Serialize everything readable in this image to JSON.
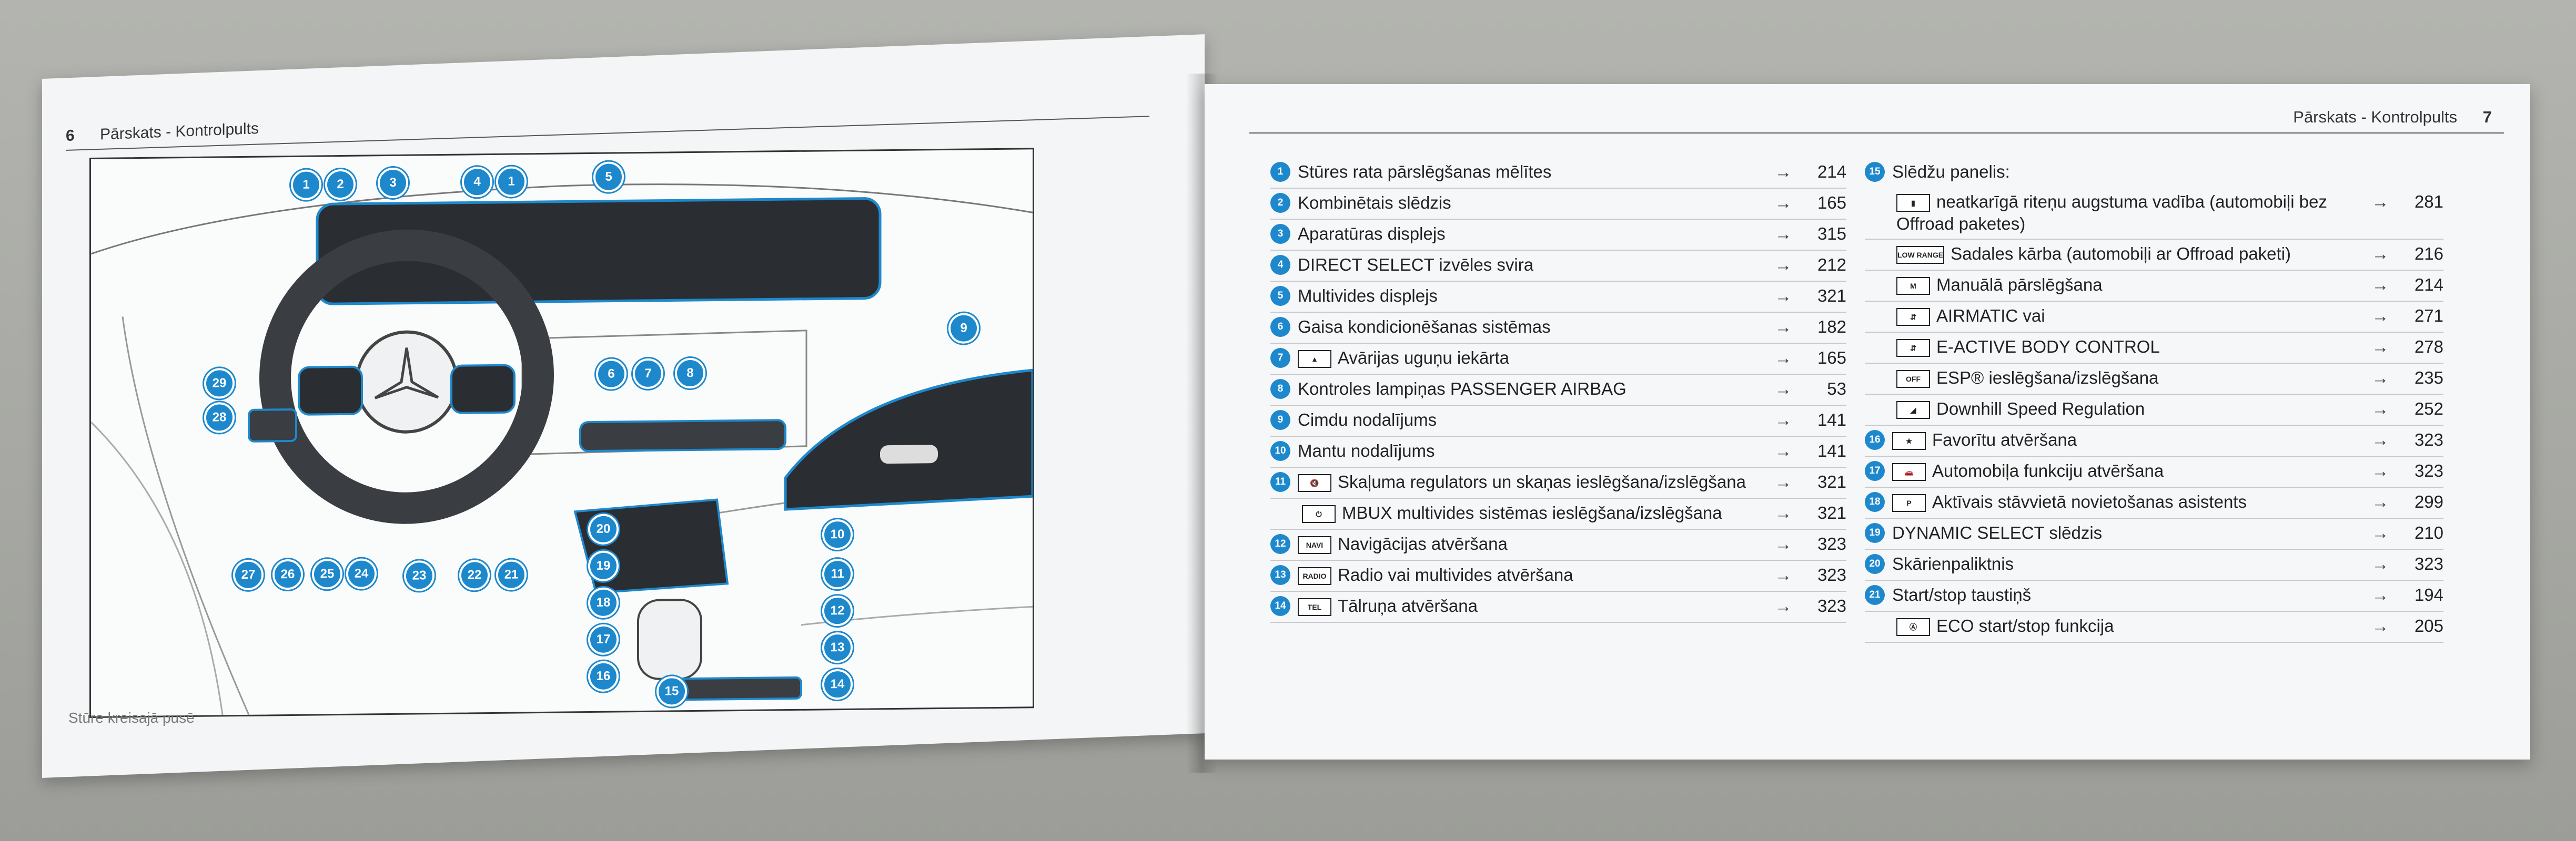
{
  "left_page": {
    "page_number": "6",
    "header": "Pārskats - Kontrolpults",
    "footer": "Stūre kreisajā pusē",
    "callouts": [
      "1",
      "2",
      "3",
      "4",
      "1",
      "5",
      "6",
      "7",
      "8",
      "9",
      "10",
      "11",
      "12",
      "13",
      "14",
      "15",
      "16",
      "17",
      "18",
      "19",
      "20",
      "21",
      "22",
      "23",
      "24",
      "25",
      "26",
      "27",
      "28",
      "29"
    ]
  },
  "right_page": {
    "page_number": "7",
    "header": "Pārskats - Kontrolpults",
    "arrow": "→",
    "col1": [
      {
        "n": "1",
        "text": "Stūres rata pārslēgšanas mēlītes",
        "page": "214"
      },
      {
        "n": "2",
        "text": "Kombinētais slēdzis",
        "page": "165"
      },
      {
        "n": "3",
        "text": "Aparatūras displejs",
        "page": "315"
      },
      {
        "n": "4",
        "text": "DIRECT SELECT izvēles svira",
        "page": "212"
      },
      {
        "n": "5",
        "text": "Multivides displejs",
        "page": "321"
      },
      {
        "n": "6",
        "text": "Gaisa kondicionēšanas sistēmas",
        "page": "182"
      },
      {
        "n": "7",
        "icon": "warning-triangle-icon",
        "icon_text": "▲",
        "text": "Avārijas uguņu iekārta",
        "page": "165"
      },
      {
        "n": "8",
        "text": "Kontroles lampiņas PASSENGER AIRBAG",
        "page": "53"
      },
      {
        "n": "9",
        "text": "Cimdu nodalījums",
        "page": "141"
      },
      {
        "n": "10",
        "text": "Mantu nodalījums",
        "page": "141"
      },
      {
        "n": "11",
        "icon": "speaker-mute-icon",
        "icon_text": "🔇",
        "text": "Skaļuma regulators un skaņas ieslēgšana/izslēgšana",
        "page": "321"
      },
      {
        "n": "",
        "icon": "power-icon",
        "icon_text": "⏻",
        "text": "MBUX multivides sistēmas ieslēgšana/izslēgšana",
        "page": "321"
      },
      {
        "n": "12",
        "icon": "nav-button-icon",
        "icon_text": "NAVI",
        "text": "Navigācijas atvēršana",
        "page": "323"
      },
      {
        "n": "13",
        "icon": "radio-media-button-icon",
        "icon_text": "RADIO",
        "text": "Radio vai multivides atvēršana",
        "page": "323"
      },
      {
        "n": "14",
        "icon": "tel-button-icon",
        "icon_text": "TEL",
        "text": "Tālruņa atvēršana",
        "page": "323"
      }
    ],
    "col2": [
      {
        "n": "15",
        "text": "Slēdžu panelis:",
        "page": ""
      },
      {
        "n": "",
        "icon": "offroad-level-icon",
        "icon_text": "▮",
        "text": "neatkarīgā riteņu augstuma vadība (automobiļi bez Offroad paketes)",
        "page": "281"
      },
      {
        "n": "",
        "icon": "low-range-icon",
        "icon_text": "LOW RANGE",
        "text": "Sadales kārba (automobiļi ar Offroad paketi)",
        "page": "216"
      },
      {
        "n": "",
        "icon": "manual-m-icon",
        "icon_text": "M",
        "text": "Manuālā pārslēgšana",
        "page": "214"
      },
      {
        "n": "",
        "icon": "airmatic-icon",
        "icon_text": "⇵",
        "text": "AIRMATIC vai",
        "page": "271"
      },
      {
        "n": "",
        "icon": "body-control-icon",
        "icon_text": "⇵",
        "text": "E-ACTIVE BODY CONTROL",
        "page": "278"
      },
      {
        "n": "",
        "icon": "esp-off-icon",
        "icon_text": "OFF",
        "text": "ESP® ieslēgšana/izslēgšana",
        "page": "235"
      },
      {
        "n": "",
        "icon": "downhill-icon",
        "icon_text": "◢",
        "text": "Downhill Speed Regulation",
        "page": "252"
      },
      {
        "n": "16",
        "icon": "star-icon",
        "icon_text": "★",
        "text": "Favorītu atvēršana",
        "page": "323"
      },
      {
        "n": "17",
        "icon": "car-icon",
        "icon_text": "🚗",
        "text": "Automobiļa funkciju atvēršana",
        "page": "323"
      },
      {
        "n": "18",
        "icon": "parking-assist-icon",
        "icon_text": "P",
        "text": "Aktīvais stāvvietā novietošanas asistents",
        "page": "299"
      },
      {
        "n": "19",
        "text": "DYNAMIC SELECT slēdzis",
        "page": "210"
      },
      {
        "n": "20",
        "text": "Skārienpaliktnis",
        "page": "323"
      },
      {
        "n": "21",
        "text": "Start/stop taustiņš",
        "page": "194"
      },
      {
        "n": "",
        "icon": "eco-start-stop-icon",
        "icon_text": "Ⓐ",
        "text": "ECO start/stop funkcija",
        "page": "205"
      }
    ]
  }
}
